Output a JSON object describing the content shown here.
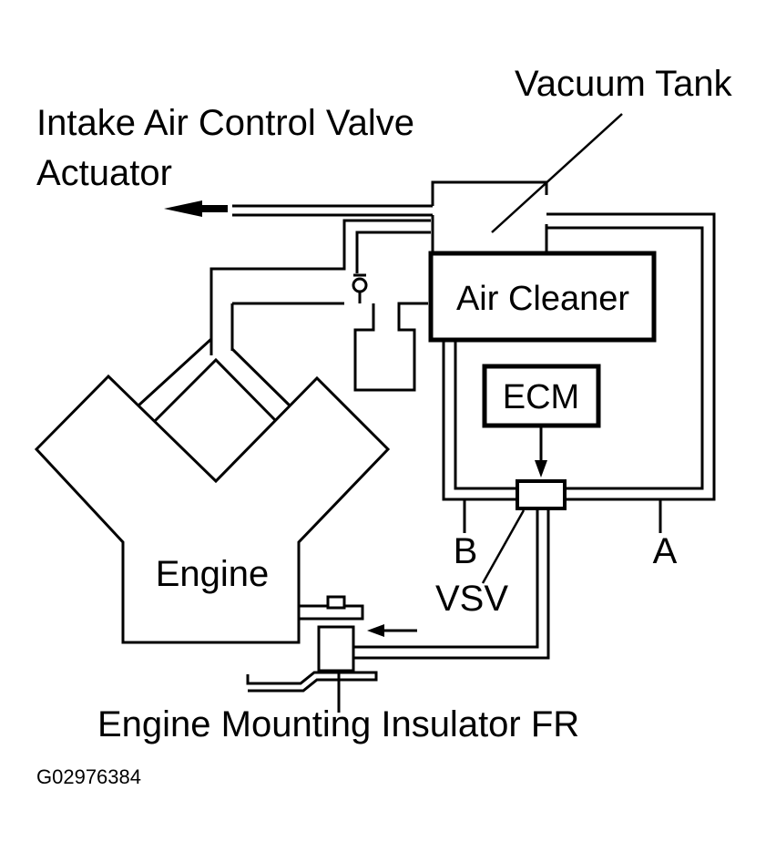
{
  "labels": {
    "vacuum_tank": "Vacuum Tank",
    "intake_line1": "Intake Air Control Valve",
    "intake_line2": "Actuator",
    "air_cleaner": "Air Cleaner",
    "ecm": "ECM",
    "engine": "Engine",
    "port_b": "B",
    "port_a": "A",
    "vsv": "VSV",
    "mounting_insulator": "Engine Mounting Insulator FR",
    "figure_code": "G02976384"
  }
}
